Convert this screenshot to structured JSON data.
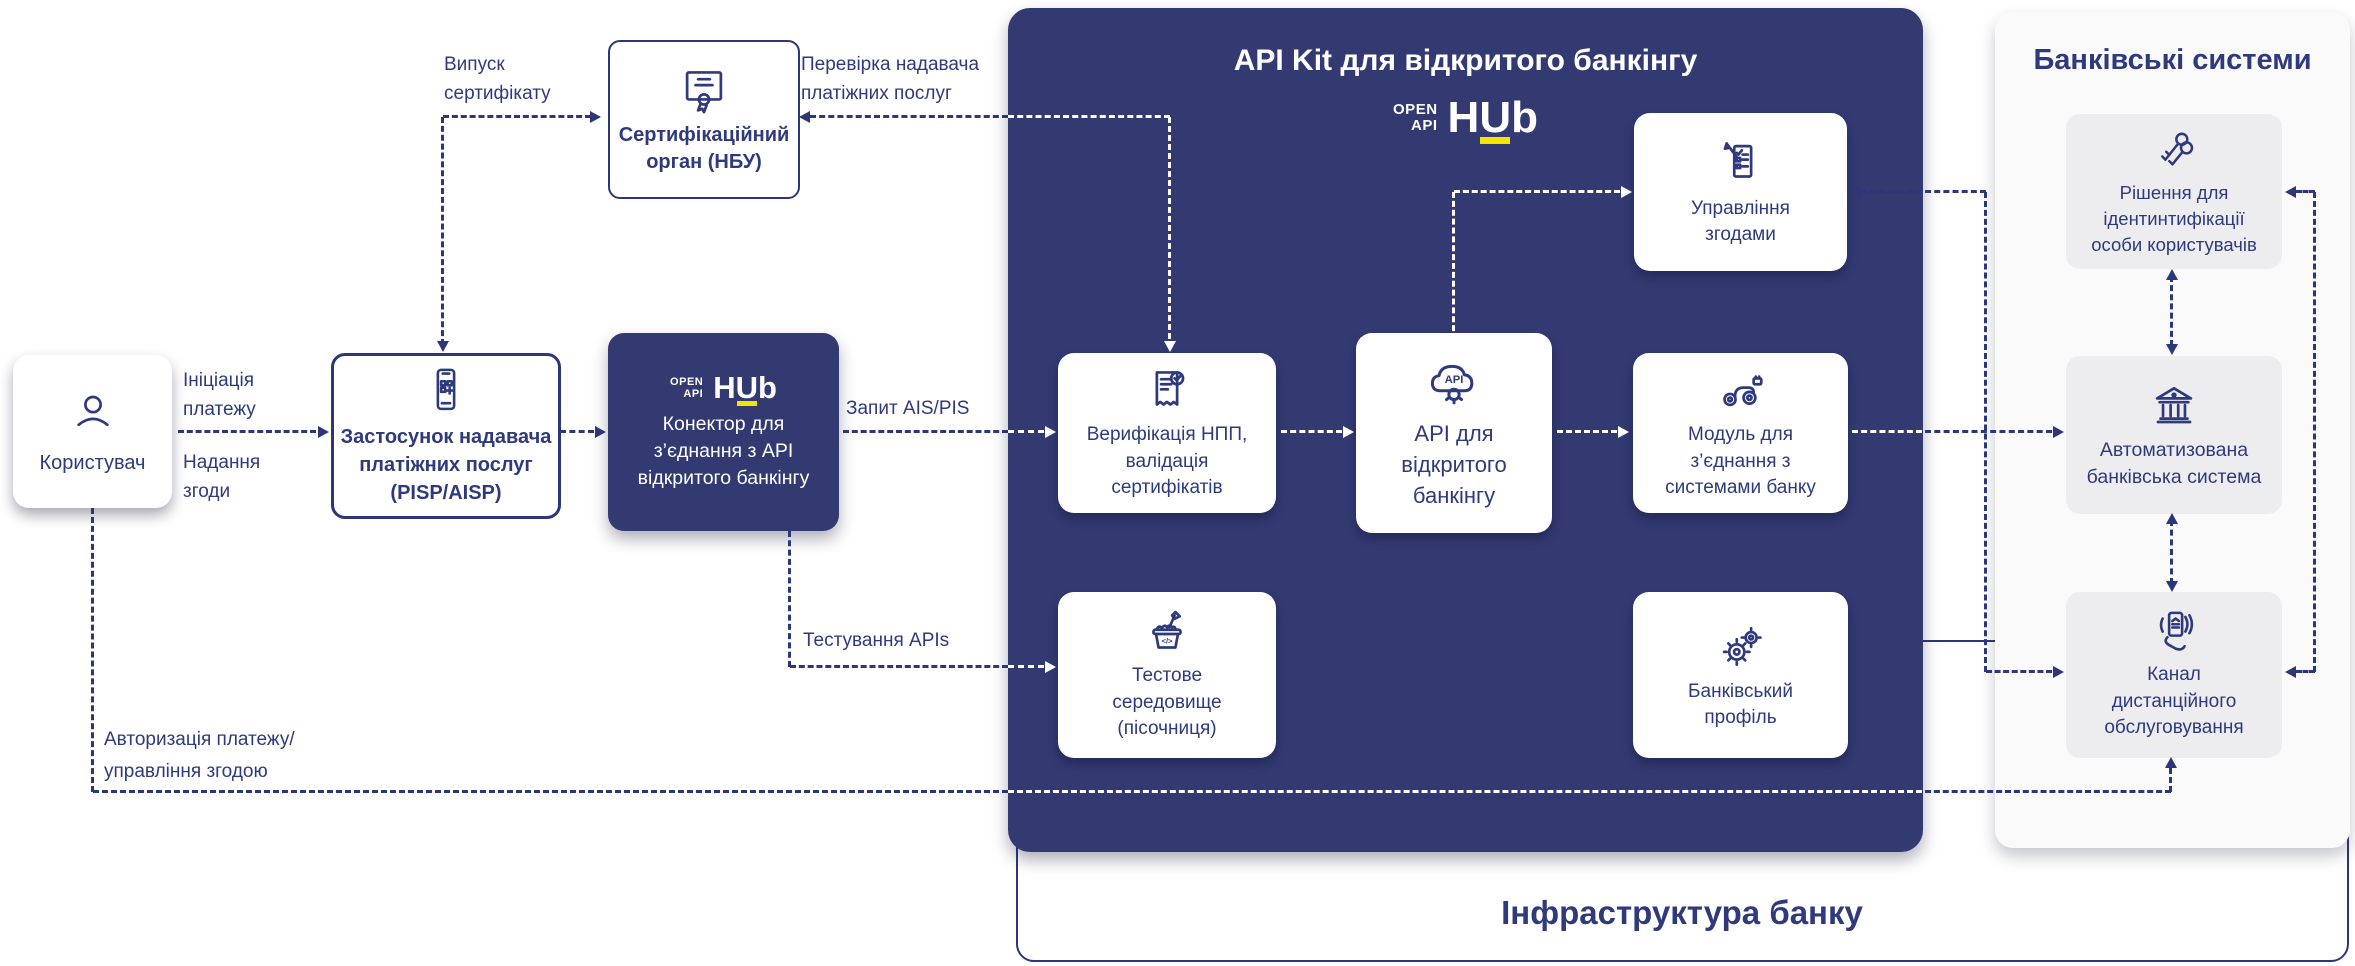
{
  "colors": {
    "navy_panel": "#333a72",
    "line": "#2d3679",
    "text": "#2e3a7c",
    "yellow": "#f2e500",
    "right_panel_bg": "#fafafb",
    "right_box_bg": "#ededf0",
    "white": "#ffffff"
  },
  "logo": {
    "top": "OPEN",
    "bottom": "API",
    "mark_h": "H",
    "mark_u": "U",
    "mark_b": "b"
  },
  "nodes": {
    "user": {
      "label": "Користувач"
    },
    "psp_app": {
      "lines": [
        "Застосунок надавача",
        "платіжних послуг",
        "(PISP/AISP)"
      ]
    },
    "cert_authority": {
      "lines": [
        "Сертифікаційний",
        "орган (НБУ)"
      ]
    },
    "connector": {
      "lines": [
        "Конектор для",
        "з’єднання з API",
        "відкритого банкінгу"
      ]
    }
  },
  "main_panel": {
    "title": "API Kit для відкритого банкінгу",
    "boxes": {
      "consent": {
        "lines": [
          "Управління",
          "згодами"
        ]
      },
      "verification": {
        "lines": [
          "Верифікація НПП,",
          "валідація",
          "сертифікатів"
        ]
      },
      "api": {
        "lines": [
          "API для",
          "відкритого",
          "банкінгу"
        ]
      },
      "module": {
        "lines": [
          "Модуль для",
          "з’єднання з",
          "системами банку"
        ]
      },
      "sandbox": {
        "lines": [
          "Тестове",
          "середовище",
          "(пісочниця)"
        ]
      },
      "bank_profile": {
        "lines": [
          "Банківський",
          "профіль"
        ]
      }
    }
  },
  "right_panel": {
    "title": "Банківські системи",
    "boxes": {
      "identity": {
        "lines": [
          "Рішення для",
          "ідентинтифікації",
          "особи користувачів"
        ]
      },
      "abs": {
        "lines": [
          "Автоматизована",
          "банківська система"
        ]
      },
      "channel": {
        "lines": [
          "Канал",
          "дистанційного",
          "обслуговування"
        ]
      }
    }
  },
  "edge_labels": {
    "cert_issue": {
      "lines": [
        "Випуск",
        "сертифікату"
      ]
    },
    "provider_check": {
      "lines": [
        "Перевірка надавача",
        "платіжних послуг"
      ]
    },
    "payment_init": {
      "lines": [
        "Ініціація",
        "платежу"
      ]
    },
    "consent_grant": {
      "lines": [
        "Надання",
        "згоди"
      ]
    },
    "ais_pis": "Запит AIS/PIS",
    "api_testing": "Тестування APIs",
    "auth": {
      "lines": [
        "Авторизація платежу/",
        "управління згодою"
      ]
    }
  },
  "footer": {
    "label": "Інфраструктура банку"
  },
  "api_cloud_icon_text": "API"
}
